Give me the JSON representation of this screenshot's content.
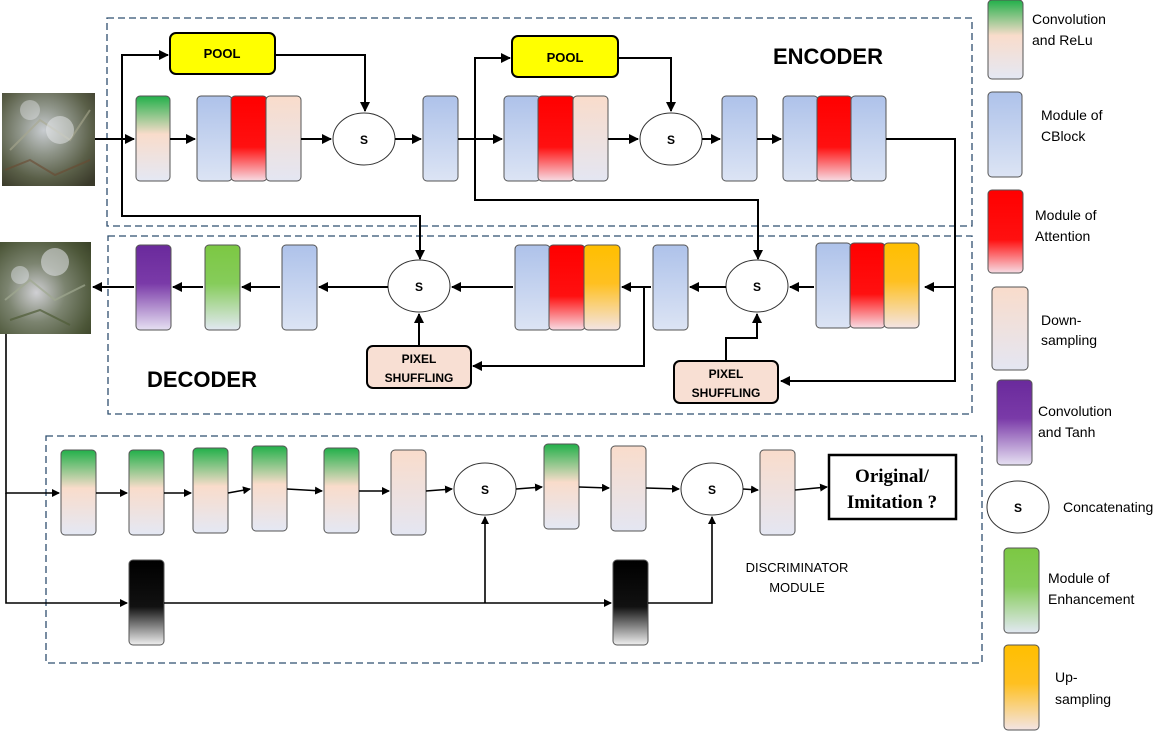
{
  "encoder": {
    "title": "ENCODER",
    "pool_label": "POOL",
    "concat_symbol": "S"
  },
  "decoder": {
    "title": "DECODER",
    "pixel_shuffle_line1": "PIXEL",
    "pixel_shuffle_line2": "SHUFFLING",
    "concat_symbol": "S"
  },
  "discriminator": {
    "title_line1": "DISCRIMINATOR",
    "title_line2": "MODULE",
    "output_line1": "Original/",
    "output_line2": "Imitation ?",
    "concat_symbol": "S"
  },
  "legend": [
    {
      "line1": "Convolution",
      "line2": "and ReLu"
    },
    {
      "line1": "Module of",
      "line2": "CBlock"
    },
    {
      "line1": "Module of",
      "line2": "Attention"
    },
    {
      "line1": "Down-",
      "line2": "sampling"
    },
    {
      "line1": "Convolution",
      "line2": "and Tanh"
    },
    {
      "line1": "Concatenating",
      "line2": "",
      "symbol": "S"
    },
    {
      "line1": "Module of",
      "line2": "Enhancement"
    },
    {
      "line1": "Up-",
      "line2": "sampling"
    }
  ],
  "colors": {
    "conv_relu_top": "#22b04a",
    "cblock": "#aec2ea",
    "attention": "#ff0000",
    "downsampling": "#f9dccb",
    "tanh": "#6a2a9c",
    "enhancement": "#7cc843",
    "upsampling": "#ffbf00",
    "pool": "#ffff00",
    "pixel_shuffle": "#f8dfd3",
    "frame_dash": "#2f4f6f"
  }
}
